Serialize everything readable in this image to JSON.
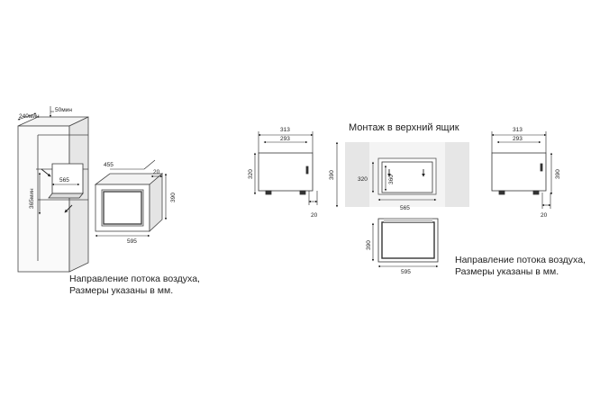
{
  "left": {
    "dims": {
      "d240": "240мин",
      "d50": "50мин",
      "d365": "365мин",
      "d565": "565",
      "d455": "455",
      "d20": "20",
      "d390": "390",
      "d595": "595"
    },
    "note": [
      "Направление потока воздуха,",
      "Размеры указаны в мм."
    ]
  },
  "right": {
    "heading": "Монтаж в верхний ящик",
    "dims": {
      "a313": "313",
      "a293": "293",
      "a320": "320",
      "a20": "20",
      "c390": "390",
      "c320": "320",
      "c360": "360",
      "c565": "565",
      "f390": "390",
      "f595": "595",
      "b313": "313",
      "b293": "293",
      "b390": "390",
      "b20": "20"
    },
    "note": [
      "Направление потока воздуха,",
      "Размеры указаны в мм."
    ]
  }
}
